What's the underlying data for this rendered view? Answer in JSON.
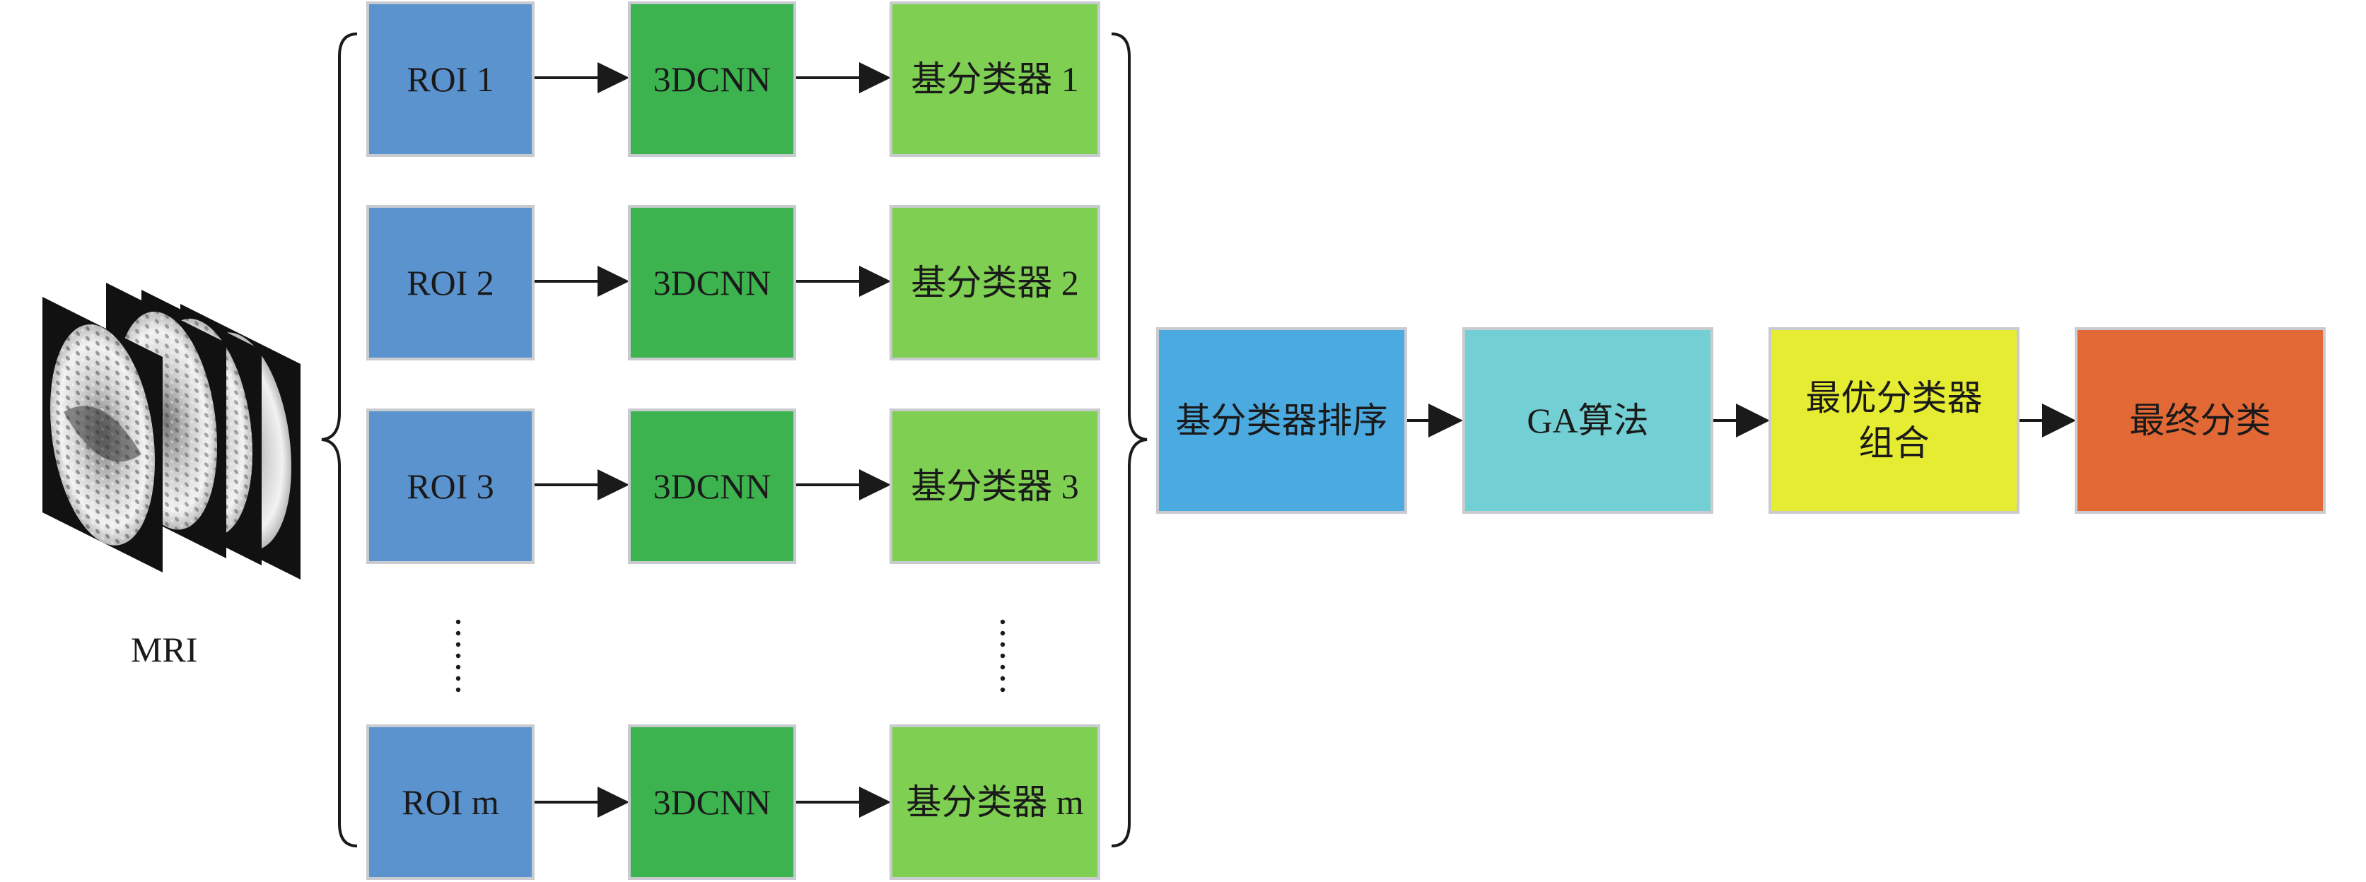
{
  "mri": {
    "label": "MRI"
  },
  "rows": [
    {
      "roi": "ROI 1",
      "cnn": "3DCNN",
      "classifier": "基分类器 1"
    },
    {
      "roi": "ROI 2",
      "cnn": "3DCNN",
      "classifier": "基分类器 2"
    },
    {
      "roi": "ROI 3",
      "cnn": "3DCNN",
      "classifier": "基分类器 3"
    },
    {
      "roi": "ROI m",
      "cnn": "3DCNN",
      "classifier": "基分类器 m"
    }
  ],
  "pipeline": {
    "sort": "基分类器排序",
    "ga": "GA算法",
    "best_line1": "最优分类器",
    "best_line2": "组合",
    "final": "最终分类"
  },
  "colors": {
    "roi": "#5b93cf",
    "cnn": "#3cb34e",
    "classifier": "#7ecf52",
    "sort": "#4baae0",
    "ga": "#72cfd3",
    "best": "#e6ec32",
    "final": "#e26835"
  }
}
